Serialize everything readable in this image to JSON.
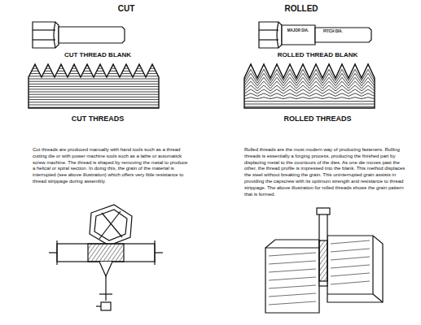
{
  "diagram": {
    "labels": [
      "CUT",
      "CUT THREAD BLANK",
      "CUT THREADS",
      "Cut threads are produced manually with hand tools such as a thread cutting die or with power machine tools such as a lathe or automatick screw machine. The thread is shaped by removing the metal to produce a helical or spiral section. In doing this, the grain of the material is interrupted (see above illustration) which offers very little resistance to thread strippage during assembly.",
      "ROLLED",
      "MAJOR DIA.",
      "PITCH DIA.",
      "ROLLED THREAD BLANK",
      "ROLLED THREADS",
      "Rolled threads are the most modern way of producing fasteners. Rolling threads is essentially a forging process, producing the finished part by displacing metal to the countours of the dies. As one die moves past the other, the thread profile is impressed into the blank. This method displaces the steel without breaking the grain. This uninterrupted grain assists in providing the capscrew with its optimum strength and resistance to thread strippage. The above illustration for rolled threads shows the grain pattern that is formed."
    ]
  }
}
